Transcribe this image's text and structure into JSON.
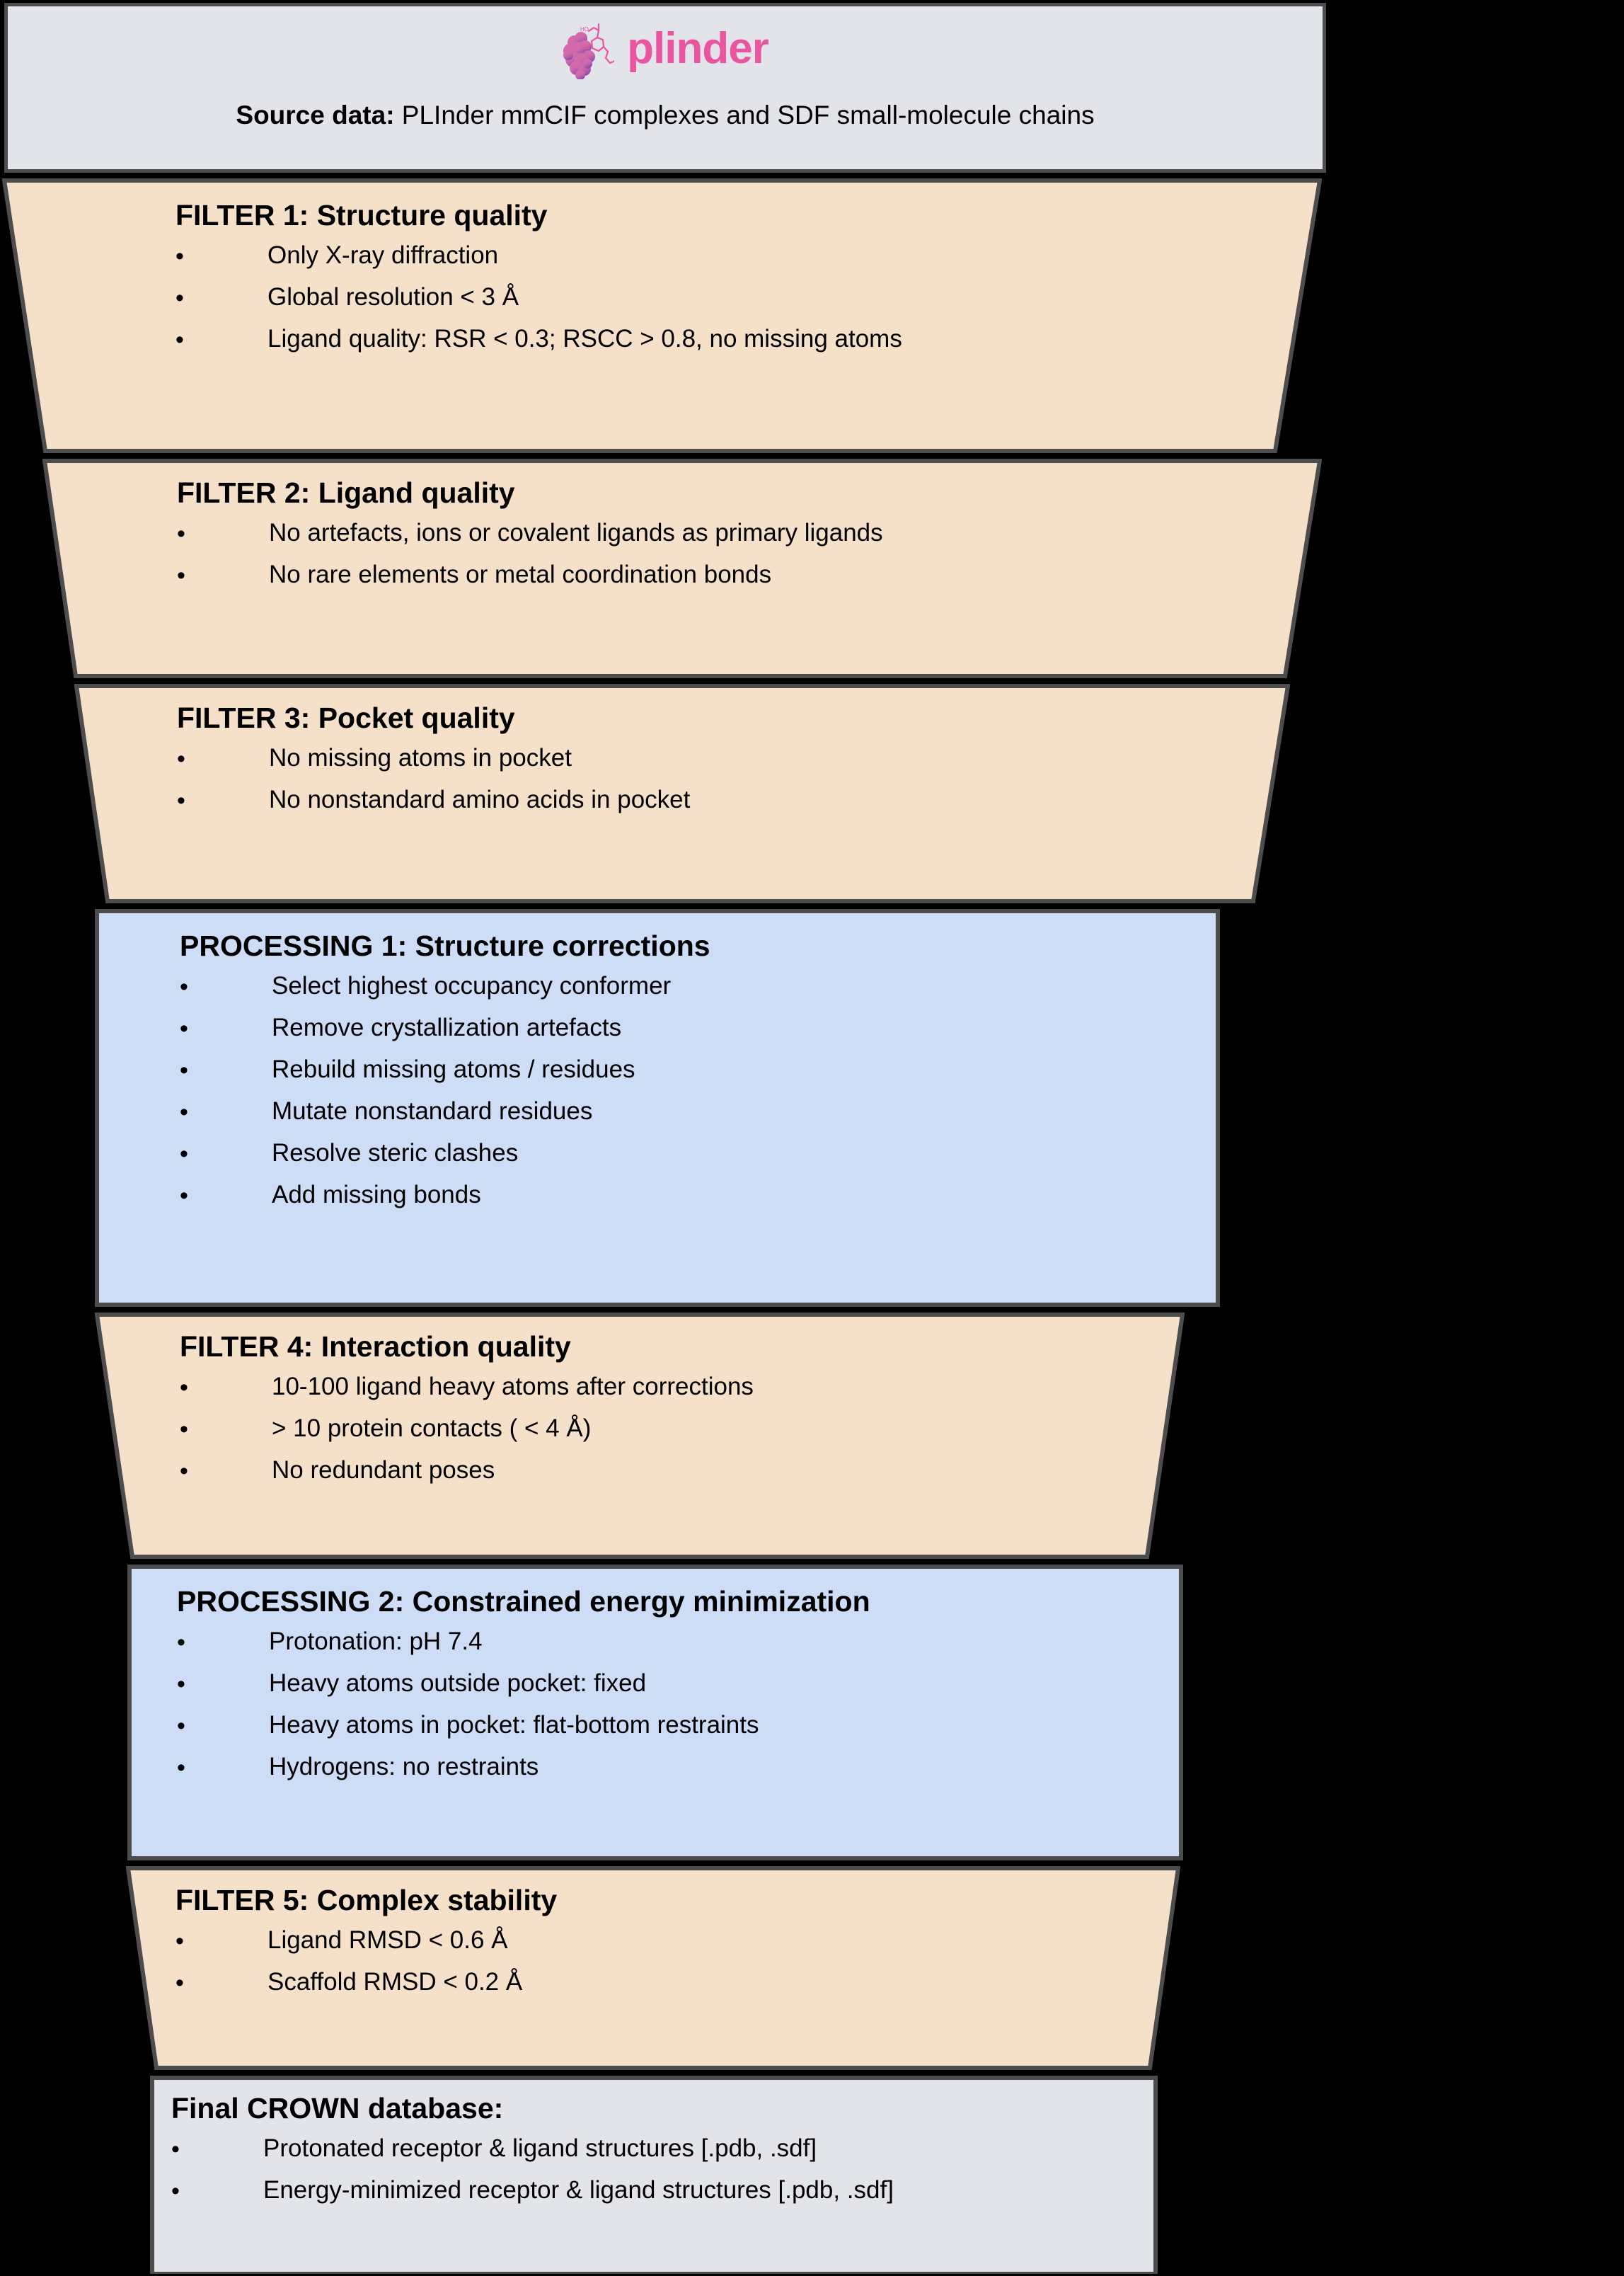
{
  "colors": {
    "background": "#000000",
    "filter_fill": "#F5E0CA",
    "processing_fill": "#CCDDF5",
    "neutral_fill": "#E3E4E9",
    "outline": "#4D4D4D",
    "brand_pink": "#E9559F"
  },
  "header": {
    "logo_icon": "plinder-logo-icon",
    "logo_text": "plinder",
    "source_label": "Source data",
    "source_separator": ":",
    "source_text": "PLInder mmCIF complexes and SDF small-molecule chains"
  },
  "stages": [
    {
      "id": "filter-1",
      "kind": "filter",
      "title_prefix": "FILTER 1:",
      "title_suffix": "Structure quality",
      "bullets": [
        "Only X-ray diffraction",
        "Global resolution < 3 Å",
        "Ligand quality: RSR < 0.3; RSCC > 0.8, no missing atoms"
      ]
    },
    {
      "id": "filter-2",
      "kind": "filter",
      "title_prefix": "FILTER 2:",
      "title_suffix": "Ligand quality",
      "bullets": [
        "No artefacts, ions or covalent ligands as primary ligands",
        "No rare elements or metal coordination bonds"
      ]
    },
    {
      "id": "filter-3",
      "kind": "filter",
      "title_prefix": "FILTER 3:",
      "title_suffix": "Pocket quality",
      "bullets": [
        "No missing atoms in pocket",
        "No nonstandard amino acids in pocket"
      ]
    },
    {
      "id": "processing-1",
      "kind": "processing",
      "title_prefix": "PROCESSING 1:",
      "title_suffix": "Structure corrections",
      "bullets": [
        "Select highest occupancy conformer",
        "Remove crystallization artefacts",
        "Rebuild missing atoms / residues",
        "Mutate nonstandard residues",
        "Resolve steric clashes",
        "Add missing bonds"
      ]
    },
    {
      "id": "filter-4",
      "kind": "filter",
      "title_prefix": "FILTER 4:",
      "title_suffix": "Interaction quality",
      "bullets": [
        "10-100 ligand heavy atoms after corrections",
        "> 10 protein contacts ( < 4 Å)",
        "No redundant poses"
      ]
    },
    {
      "id": "processing-2",
      "kind": "processing",
      "title_prefix": "PROCESSING 2:",
      "title_suffix": "Constrained energy minimization",
      "bullets": [
        "Protonation: pH 7.4",
        "Heavy atoms outside pocket: fixed",
        "Heavy atoms in pocket: flat-bottom restraints",
        "Hydrogens: no restraints"
      ]
    },
    {
      "id": "filter-5",
      "kind": "filter",
      "title_prefix": "FILTER 5:",
      "title_suffix": "Complex stability",
      "bullets": [
        "Ligand RMSD < 0.6 Å",
        "Scaffold RMSD < 0.2 Å"
      ]
    },
    {
      "id": "final-output",
      "kind": "neutral",
      "title_prefix": "Final CROWN database:",
      "title_suffix": "",
      "bullets": [
        "Protonated receptor & ligand structures [.pdb, .sdf]",
        "Energy-minimized receptor & ligand structures [.pdb, .sdf]"
      ]
    }
  ],
  "bullet_glyph": "•"
}
